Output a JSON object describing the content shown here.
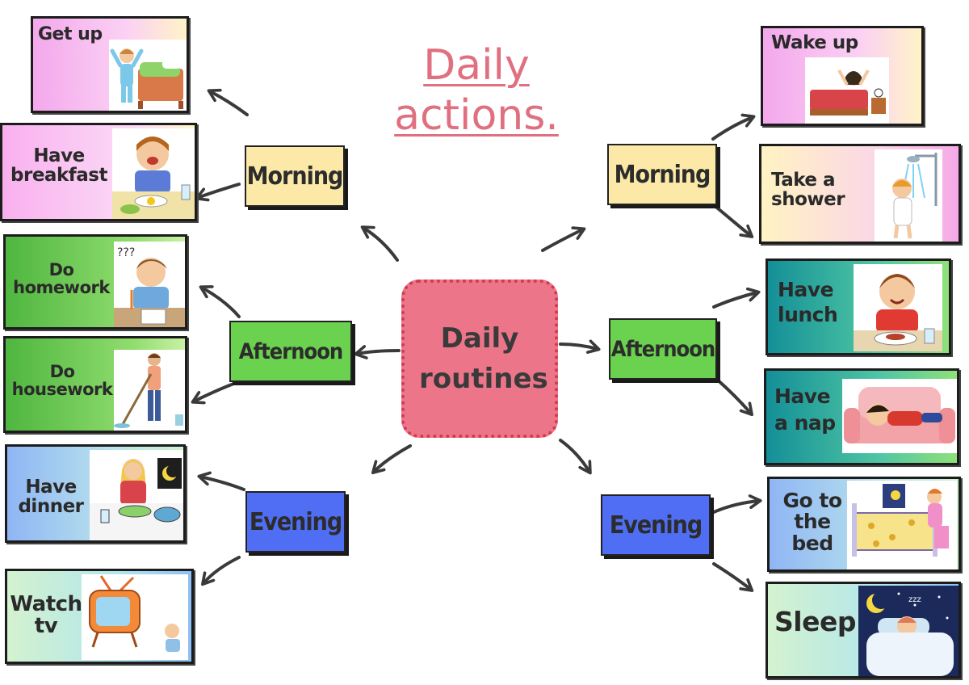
{
  "title": "Daily actions.",
  "center": "Daily routines",
  "left": {
    "morning": "Morning",
    "afternoon": "Afternoon",
    "evening": "Evening",
    "cards": [
      "Get up",
      "Have breakfast",
      "Do homework",
      "Do housework",
      "Have dinner",
      "Watch tv"
    ]
  },
  "right": {
    "morning": "Morning",
    "afternoon": "Afternoon",
    "evening": "Evening",
    "cards": [
      "Wake up",
      "Take a shower",
      "Have lunch",
      "Have a nap",
      "Go to the bed",
      "Sleep"
    ]
  },
  "colors": {
    "morning": "#fde9a7",
    "afternoon": "#6bd24f",
    "evening": "#4f6ef3",
    "center": "#ec7589",
    "title": "#e07080"
  }
}
